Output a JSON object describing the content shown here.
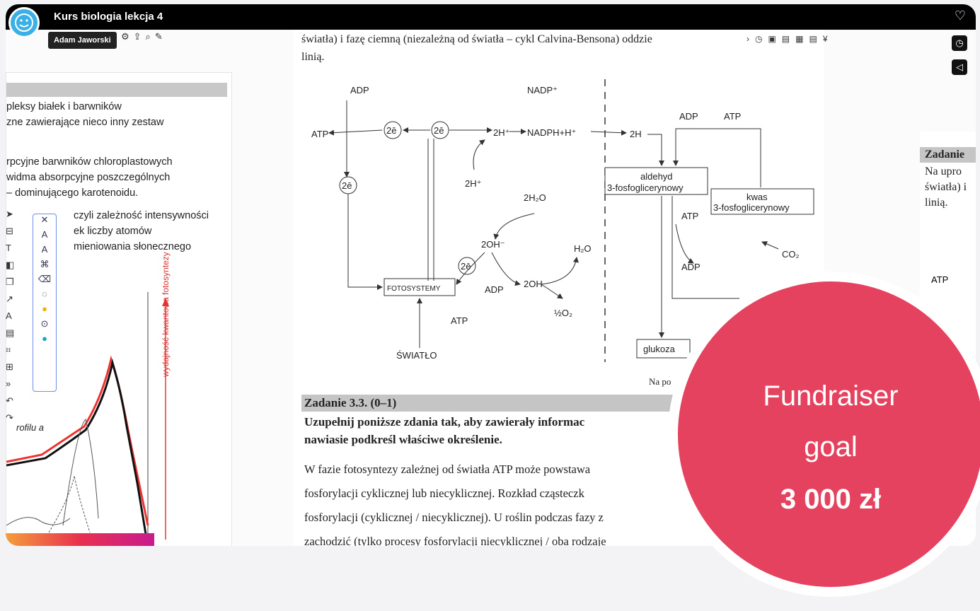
{
  "header": {
    "title": "Kurs biologia lekcja 4",
    "tooltip": "Adam Jaworski"
  },
  "left_page": {
    "lines": [
      "pleksy białek i barwników",
      "zne zawierające nieco inny zestaw",
      "rpcyjne barwników chloroplastowych",
      "widma absorpcyjne poszczególnych",
      "– dominującego karotenoidu.",
      "czyli zależność intensywności",
      "ek liczby atomów",
      "mieniowania słonecznego",
      "rofilu a"
    ],
    "axis_label": "wydajność kwantowa fotosyntezy"
  },
  "main_page": {
    "top_line": "światła) i fazę ciemną (niezależną od światła – cykl Calvina-Bensona) oddzie",
    "top_line2": "linią.",
    "diagram": {
      "adp_top": "ADP",
      "atp_left": "ATP",
      "e1": "2ē",
      "e2": "2ē",
      "e3": "2ē",
      "e4": "2ē",
      "nadp": "NADP⁺",
      "h2_plus": "2H⁺",
      "nadph": "NADPH+H⁺",
      "h_plus_left": "2H⁺",
      "h2o_mid": "2H₂O",
      "oh_minus": "2OH⁻",
      "h2o_right": "H₂O",
      "fotosystemy": "FOTOSYSTEMY",
      "adp_mid": "ADP",
      "oh_neutral": "2OH",
      "atp_bottom": "ATP",
      "half_o2": "½O₂",
      "swiatlo": "ŚWIATŁO",
      "two_h": "2H",
      "adp_r": "ADP",
      "atp_r": "ATP",
      "aldehyd1": "aldehyd",
      "aldehyd2": "3-fosfoglicerynowy",
      "kwas1": "kwas",
      "kwas2": "3-fosfoglicerynowy",
      "atp_r2": "ATP",
      "adp_r2": "ADP",
      "co2": "CO₂",
      "glukoza": "glukoza"
    },
    "na_po": "Na po",
    "task_title": "Zadanie 3.3. (0–1)",
    "task_line1": "Uzupełnij poniższe zdania tak, aby zawierały informac",
    "task_line2": "nawiasie podkreśl właściwe określenie.",
    "para": [
      "W fazie fotosyntezy zależnej od światła ATP może powstawa",
      "fosforylacji cyklicznej lub niecyklicznej. Rozkład cząsteczk",
      "fosforylacji (cyklicznej / niecyklicznej). U roślin podczas fazy z",
      "zachodzić (tylko procesy fosforylacji niecyklicznej / oba rodzaje"
    ]
  },
  "right_page": {
    "title": "Zadanie",
    "l1": "Na upro",
    "l2": "światła) i",
    "l3": "linią.",
    "atp": "ATP"
  },
  "fundraiser": {
    "line1": "Fundraiser",
    "line2": "goal",
    "amount": "3 000 zł"
  }
}
